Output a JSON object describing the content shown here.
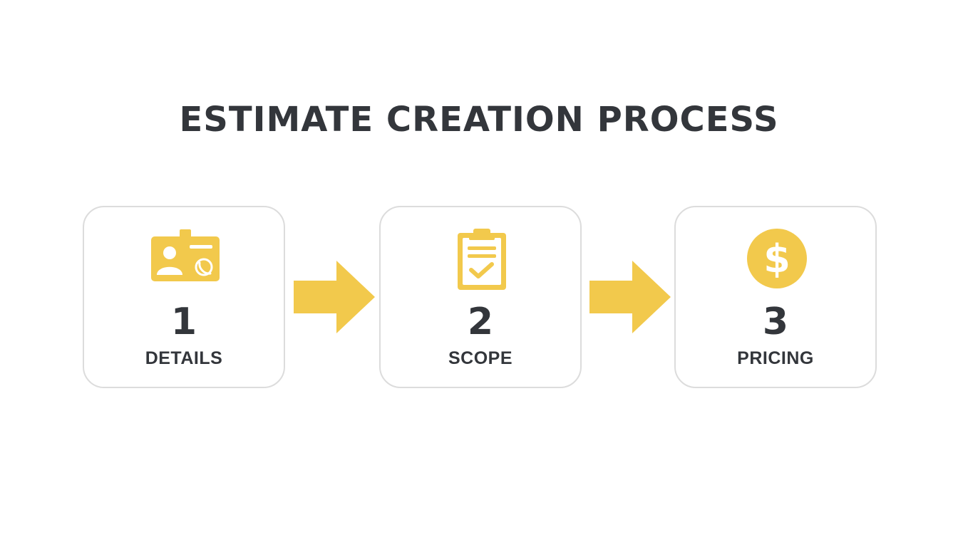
{
  "title": "ESTIMATE CREATION PROCESS",
  "accent_color": "#f2c94c",
  "text_color": "#33363b",
  "border_color": "#dcdcdc",
  "steps": [
    {
      "number": "1",
      "label": "DETAILS",
      "icon": "contact-card-icon"
    },
    {
      "number": "2",
      "label": "SCOPE",
      "icon": "clipboard-check-icon"
    },
    {
      "number": "3",
      "label": "PRICING",
      "icon": "dollar-coin-icon"
    }
  ]
}
